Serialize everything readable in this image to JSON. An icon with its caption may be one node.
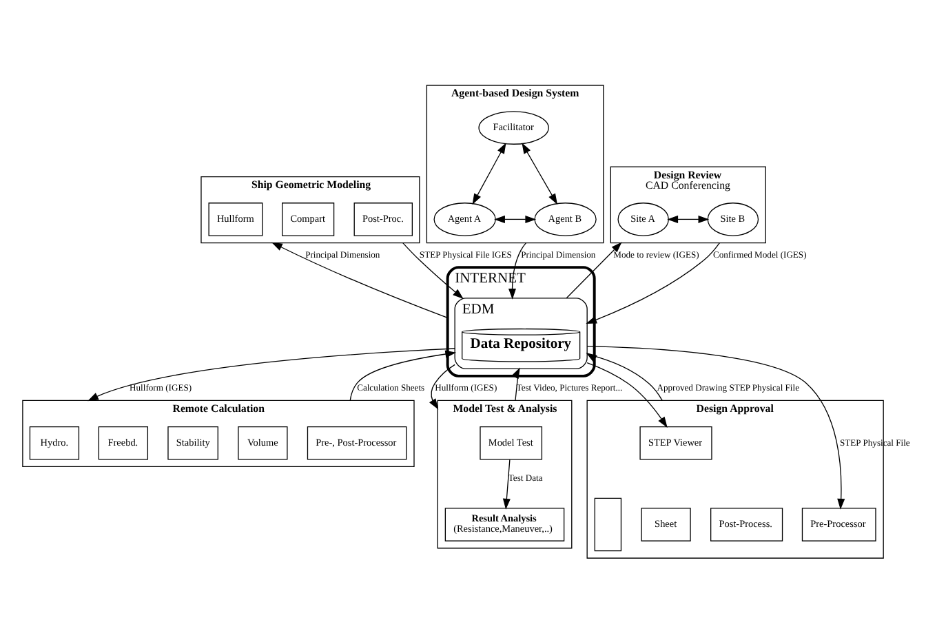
{
  "diagram": {
    "nodes": [
      {
        "text": [
          "Ship Geometric Modeling"
        ]
      },
      {
        "text": [
          "Hullform"
        ],
        "in": 0
      },
      {
        "text": [
          "Compart"
        ],
        "in": 0
      },
      {
        "text": [
          "Post-Proc."
        ],
        "in": 0
      },
      {
        "text": [
          "Agent-based Design System"
        ]
      },
      {
        "text": [
          "Facilitator"
        ],
        "in": 4
      },
      {
        "text": [
          "Agent A"
        ],
        "in": 4
      },
      {
        "text": [
          "Agent B"
        ],
        "in": 4
      },
      {
        "text": [
          "Design Review",
          "CAD Conferencing"
        ]
      },
      {
        "text": [
          "Site A"
        ],
        "in": 8
      },
      {
        "text": [
          "Site B"
        ],
        "in": 8
      },
      {
        "text": [
          "INTERNET"
        ]
      },
      {
        "text": [
          "EDM"
        ],
        "in": 11
      },
      {
        "text": [
          "Data Repository"
        ],
        "in": 12
      },
      {
        "text": [
          "Remote Calculation"
        ]
      },
      {
        "text": [
          "Hydro."
        ],
        "in": 14
      },
      {
        "text": [
          "Volume"
        ],
        "in": 14
      },
      {
        "text": [
          "Stability"
        ],
        "in": 14
      },
      {
        "text": [
          "Freebd."
        ],
        "in": 14
      },
      {
        "text": [
          "Pre-, Post-Processor"
        ],
        "in": 14
      },
      {
        "text": [
          "Model Test & Analysis"
        ]
      },
      {
        "text": [
          "Model Test"
        ],
        "in": 20
      },
      {
        "text": [
          "Result Analysis",
          "(Resistance,Maneuver,..)"
        ],
        "in": 20
      },
      {
        "text": [
          "Design Approval"
        ]
      },
      {
        "text": [
          "STEP Viewer"
        ],
        "in": 23
      },
      {
        "text": [
          "Pre-Processor"
        ],
        "in": 23
      },
      {
        "text": [],
        "shape": "box",
        "in": 23
      },
      {
        "text": [
          "Sheet"
        ],
        "in": 23
      },
      {
        "text": [
          "Post-Process."
        ],
        "in": 23
      }
    ],
    "edges": [
      {
        "from": 5,
        "to": 6,
        "arrow": "both"
      },
      {
        "from": 5,
        "to": 7,
        "arrow": "both"
      },
      {
        "from": 6,
        "to": 7,
        "arrow": "both"
      },
      {
        "from": 9,
        "to": 10,
        "arrow": "both"
      },
      {
        "from": 11,
        "to": 0,
        "label": "Principal Dimension",
        "arrow": "to"
      },
      {
        "from": 0,
        "to": 12,
        "label": "STEP Physical File IGES",
        "arrow": "to"
      },
      {
        "from": 4,
        "to": 12,
        "label": "Principal Dimension",
        "arrow": "to"
      },
      {
        "from": 12,
        "to": 8,
        "label": "Mode to review (IGES)",
        "arrow": "to"
      },
      {
        "from": 8,
        "to": 12,
        "label": "Confirmed Model (IGES)",
        "arrow": "to"
      },
      {
        "from": 12,
        "to": 14,
        "label": "Hullform (IGES)",
        "arrow": "to"
      },
      {
        "from": 14,
        "to": 12,
        "label": "Calculation Sheets",
        "arrow": "to"
      },
      {
        "from": 12,
        "to": 20,
        "label": "Hullform (IGES)",
        "arrow": "to"
      },
      {
        "from": 20,
        "to": 12,
        "label": "Test Video, Pictures Report...",
        "arrow": "to"
      },
      {
        "from": 12,
        "to": 25,
        "label": "STEP Physical File",
        "arrow": "to"
      },
      {
        "from": 12,
        "to": 24,
        "arrow": "to"
      },
      {
        "from": 23,
        "to": 12,
        "label": "Approved Drawing STEP Physical File",
        "arrow": "to"
      },
      {
        "from": 21,
        "to": 22,
        "label": "Test Data",
        "arrow": "to"
      }
    ]
  }
}
